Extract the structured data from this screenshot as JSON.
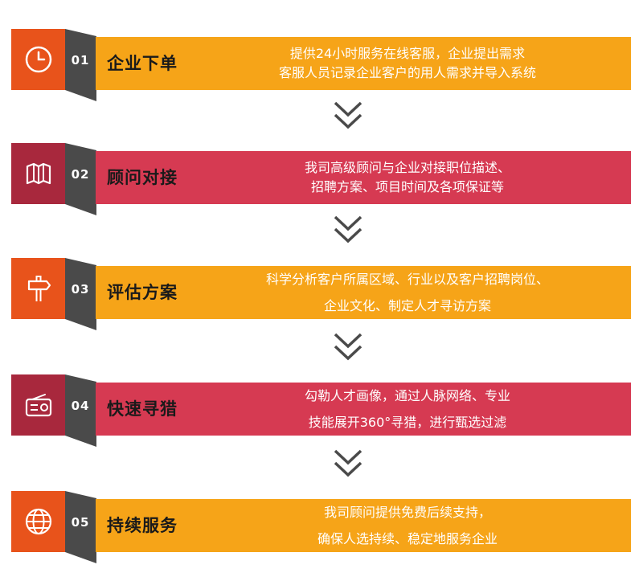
{
  "colors": {
    "orange_bar": "#f6a418",
    "red_bar": "#d63a52",
    "orange_icon": "#e8531b",
    "red_icon": "#a8283d",
    "fold": "#4a4a4a",
    "arrow": "#4a4a4a"
  },
  "steps": [
    {
      "number": "01",
      "title": "企业下单",
      "lines": [
        "提供24小时服务在线客服，企业提出需求",
        "客服人员记录企业客户的用人需求并导入系统"
      ],
      "icon": "clock-icon",
      "theme": "orange"
    },
    {
      "number": "02",
      "title": "顾问对接",
      "lines": [
        "我司高级顾问与企业对接职位描述、",
        "招聘方案、项目时间及各项保证等"
      ],
      "icon": "map-icon",
      "theme": "red"
    },
    {
      "number": "03",
      "title": "评估方案",
      "lines": [
        "科学分析客户所属区域、行业以及客户招聘岗位、",
        "企业文化、制定人才寻访方案"
      ],
      "icon": "signpost-icon",
      "theme": "orange"
    },
    {
      "number": "04",
      "title": "快速寻猎",
      "lines": [
        "勾勒人才画像，通过人脉网络、专业",
        "技能展开360°寻猎，进行甄选过滤"
      ],
      "icon": "radio-icon",
      "theme": "red"
    },
    {
      "number": "05",
      "title": "持续服务",
      "lines": [
        "我司顾问提供免费后续支持，",
        "确保人选持续、稳定地服务企业"
      ],
      "icon": "globe-icon",
      "theme": "orange"
    }
  ]
}
